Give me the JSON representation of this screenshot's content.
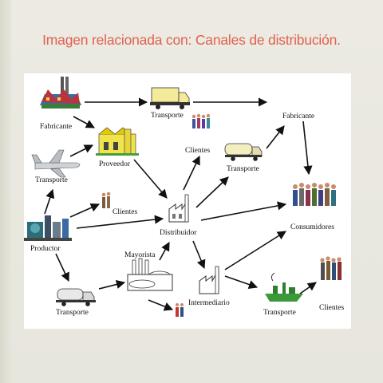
{
  "slide": {
    "title": "Imagen relacionada con: Canales de distribución."
  },
  "diagram": {
    "labels": {
      "fabricante_left": "Fabricante",
      "transporte_top": "Transporte",
      "fabricante_right": "Fabricante",
      "clientes_top": "Clientes",
      "proveedor": "Proveedor",
      "transporte_truck_right": "Transporte",
      "transporte_plane": "Transporte",
      "clientes_mid": "Clientes",
      "distribuidor": "Distribuidor",
      "consumidores": "Consumidores",
      "productor": "Productor",
      "mayorista": "Mayorista",
      "intermediario": "Intermediario",
      "transporte_bottom_left": "Transporte",
      "transporte_ship": "Transporte",
      "clientes_bottom": "Clientes"
    }
  }
}
